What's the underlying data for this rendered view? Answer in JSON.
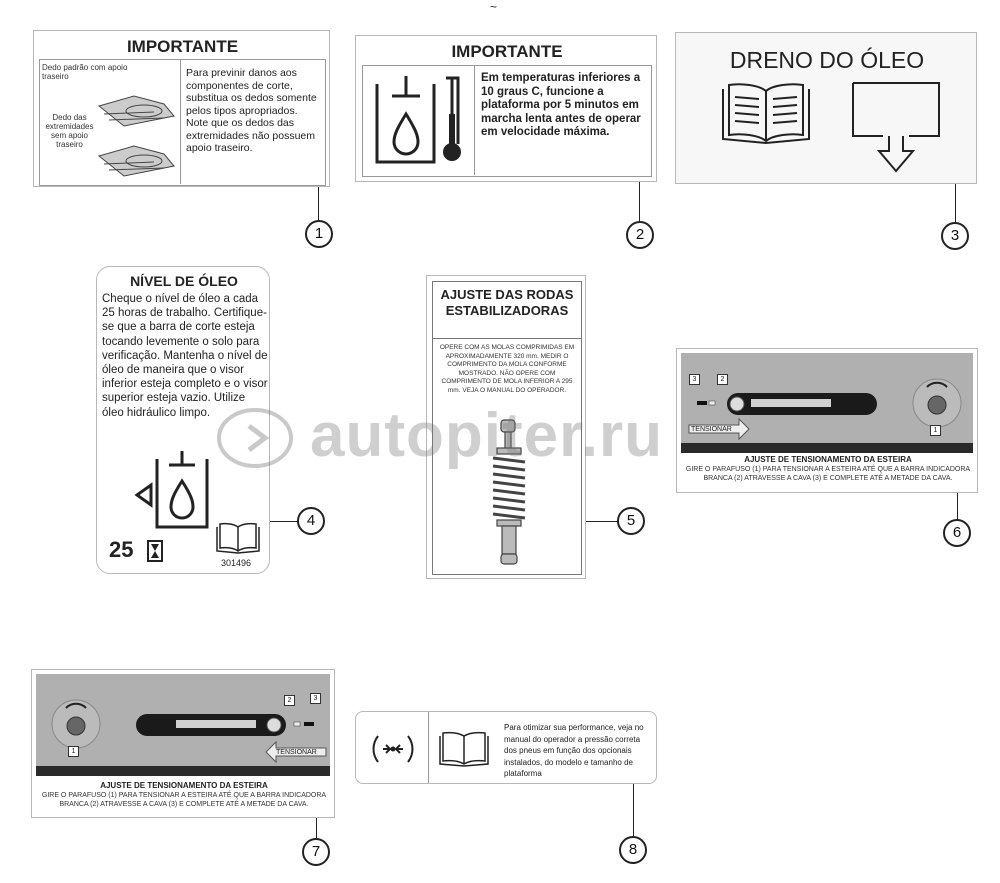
{
  "top_mark": "~",
  "watermark": "autopiter.ru",
  "decal1": {
    "title": "IMPORTANTE",
    "label_a": "Dedo padrão com apoio traseiro",
    "label_b": "Dedo das extremidades sem apoio traseiro",
    "body": "Para previnir danos aos componentes de corte, substitua os dedos somente pelos tipos apropriados. Note que os dedos das extremidades não possuem apoio traseiro."
  },
  "decal2": {
    "title": "IMPORTANTE",
    "body": "Em temperaturas inferiores a 10 graus C, funcione a plataforma por 5 minutos em marcha lenta antes de operar em velocidade máxima."
  },
  "decal3": {
    "title": "DRENO DO ÓLEO"
  },
  "decal4": {
    "title": "NÍVEL DE ÓLEO",
    "body": "Cheque o nível de óleo a cada 25 horas de trabalho. Certifique-se que a barra de corte esteja tocando levemente o solo para verificação. Mantenha o nível de óleo de maneira que o visor inferior esteja completo e o visor superior esteja vazio. Utilize óleo hidráulico limpo.",
    "hours": "25",
    "part_number": "301496"
  },
  "decal5": {
    "title": "AJUSTE DAS RODAS ESTABILIZADORAS",
    "body": "OPERE COM AS MOLAS COMPRIMIDAS EM APROXIMADAMENTE 320 mm. MEDIR O COMPRIMENTO DA MOLA CONFORME MOSTRADO. NÃO OPERE COM COMPRIMENTO DE MOLA INFERIOR A 295 mm. VEJA O MANUAL DO OPERADOR."
  },
  "decal6": {
    "tension_label": "TENSIONAR",
    "title": "AJUSTE DE TENSIONAMENTO DA ESTEIRA",
    "body": "GIRE O PARAFUSO (1) PARA TENSIONAR A ESTEIRA ATÉ QUE A BARRA INDICADORA BRANCA (2) ATRAVESSE A CAVA (3) E COMPLETE ATÉ A METADE DA CAVA.",
    "n1": "1",
    "n2": "2",
    "n3": "3"
  },
  "decal7": {
    "tension_label": "TENSIONAR",
    "title": "AJUSTE DE TENSIONAMENTO DA ESTEIRA",
    "body": "GIRE O PARAFUSO (1) PARA TENSIONAR A ESTEIRA ATÉ QUE A BARRA INDICADORA BRANCA (2) ATRAVESSE A CAVA (3) E COMPLETE ATÉ A METADE DA CAVA.",
    "n1": "1",
    "n2": "2",
    "n3": "3"
  },
  "decal8": {
    "body": "Para otimizar sua performance, veja no manual do operador a pressão correta dos pneus em função dos opcionais instalados, do modelo e tamanho de plataforma"
  },
  "callouts": [
    "1",
    "2",
    "3",
    "4",
    "5",
    "6",
    "7",
    "8"
  ]
}
